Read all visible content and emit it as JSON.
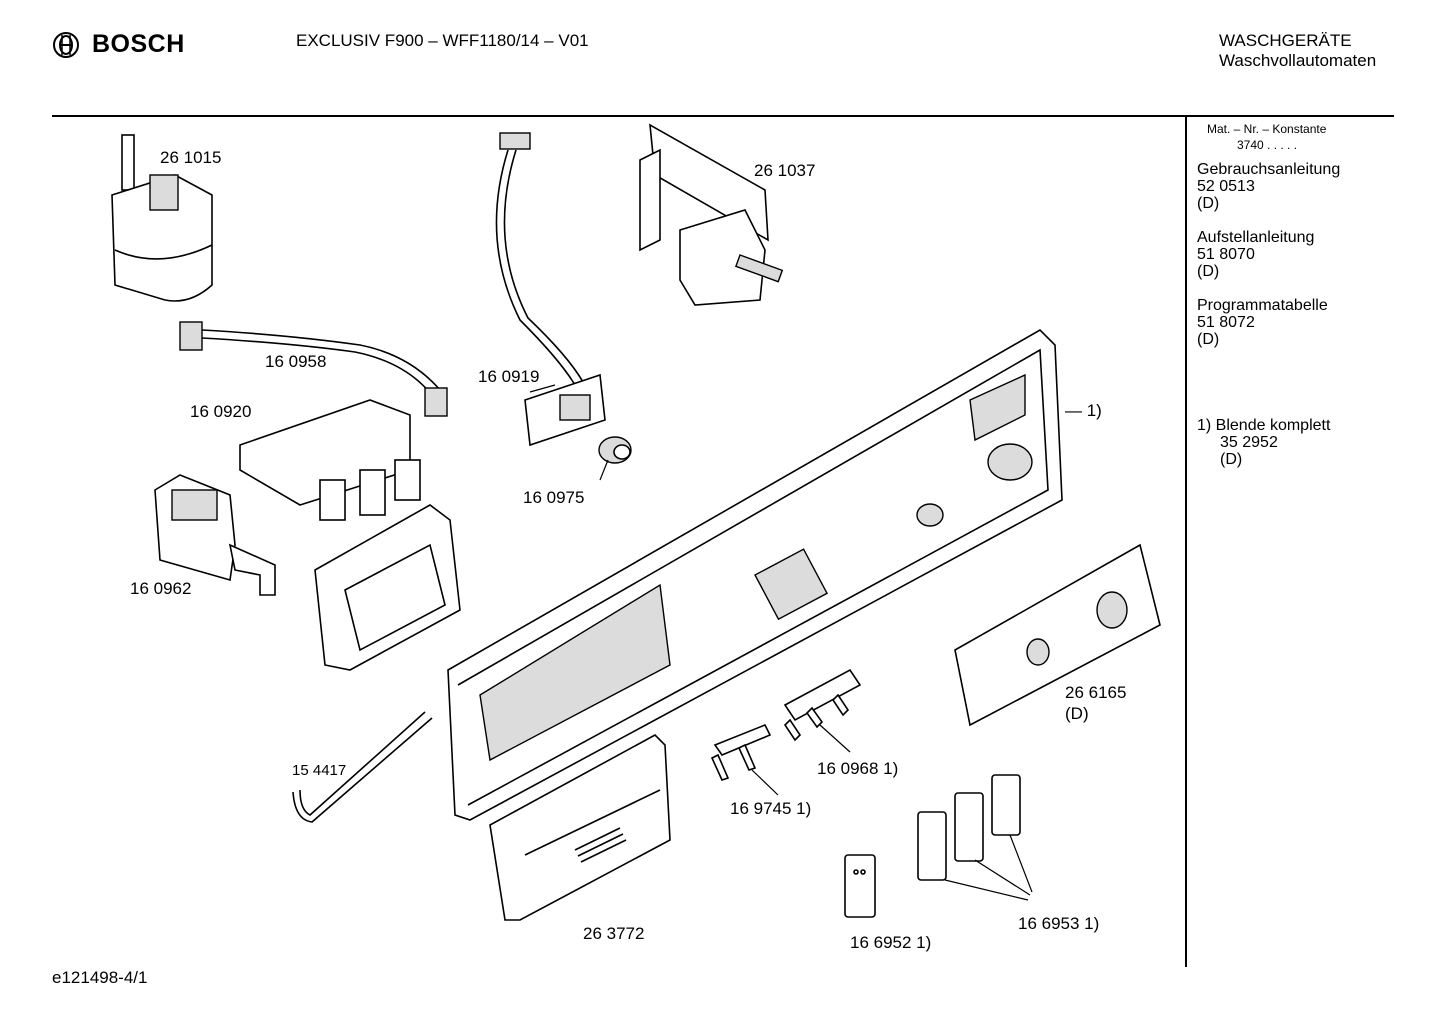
{
  "header": {
    "brand": "BOSCH",
    "model": "EXCLUSIV F900 – WFF1180/14 – V01",
    "category": "WASCHGERÄTE",
    "subcategory": "Waschvollautomaten"
  },
  "parts": {
    "p261015": "26 1015",
    "p160958": "16 0958",
    "p160919": "16 0919",
    "p261037": "26 1037",
    "p160920": "16 0920",
    "p160975": "16 0975",
    "p160962": "16 0962",
    "p1": "— 1)",
    "p266165": "26 6165",
    "p266165d": "(D)",
    "p154417": "15 4417",
    "p160968": "16 0968 1)",
    "p169745": "16 9745 1)",
    "p263772": "26 3772",
    "p166953": "16 6953 1)",
    "p166952": "16 6952 1)"
  },
  "sidebar": {
    "mat_label": "Mat. – Nr. – Konstante",
    "mat_value": "3740  .  .  .  .  .",
    "doc1_title": "Gebrauchsanleitung",
    "doc1_num": "52 0513",
    "doc1_lang": "(D)",
    "doc2_title": "Aufstellanleitung",
    "doc2_num": "51 8070",
    "doc2_lang": "(D)",
    "doc3_title": "Programmatabelle",
    "doc3_num": "51 8072",
    "doc3_lang": "(D)",
    "note_title": "1)  Blende komplett",
    "note_num": "35 2952",
    "note_lang": "(D)"
  },
  "footer": {
    "code": "e121498-4/1"
  }
}
